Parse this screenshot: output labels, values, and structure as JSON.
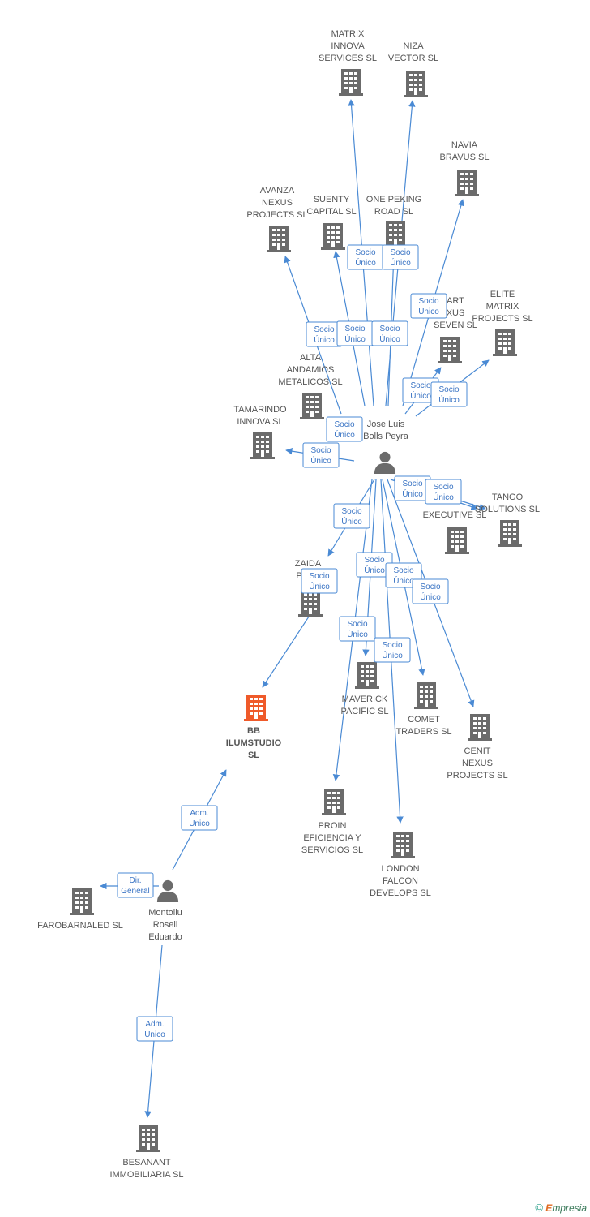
{
  "colors": {
    "company": "#6b6b6b",
    "focus": "#ef5a2a",
    "person": "#6b6b6b",
    "edge": "#4a8ad4"
  },
  "nodes": [
    {
      "id": "matrix_innova",
      "type": "company",
      "label": [
        "MATRIX",
        "INNOVA",
        "SERVICES SL"
      ]
    },
    {
      "id": "niza",
      "type": "company",
      "label": [
        "NIZA",
        "VECTOR SL"
      ]
    },
    {
      "id": "navia",
      "type": "company",
      "label": [
        "NAVIA",
        "BRAVUS SL"
      ]
    },
    {
      "id": "avanza",
      "type": "company",
      "label": [
        "AVANZA",
        "NEXUS",
        "PROJECTS SL"
      ]
    },
    {
      "id": "suenty",
      "type": "company",
      "label": [
        "SUENTY",
        "CAPITAL SL"
      ]
    },
    {
      "id": "onepeking",
      "type": "company",
      "label": [
        "ONE PEKING",
        "ROAD SL"
      ]
    },
    {
      "id": "smart",
      "type": "company",
      "label": [
        "ART",
        "XUS",
        "SEVEN SL"
      ]
    },
    {
      "id": "elite",
      "type": "company",
      "label": [
        "ELITE",
        "MATRIX",
        "PROJECTS SL"
      ]
    },
    {
      "id": "alta",
      "type": "company",
      "label": [
        "ALTA",
        "ANDAMIOS",
        "METALICOS SL"
      ]
    },
    {
      "id": "tamarindo",
      "type": "company",
      "label": [
        "TAMARINDO",
        "INNOVA SL"
      ]
    },
    {
      "id": "jose",
      "type": "person",
      "label": [
        "Jose Luis",
        "Bolls Peyra"
      ]
    },
    {
      "id": "executive",
      "type": "company",
      "label": [
        "EXECUTIVE SL"
      ]
    },
    {
      "id": "tango",
      "type": "company",
      "label": [
        "TANGO",
        "SOLUTIONS SL"
      ]
    },
    {
      "id": "zaida",
      "type": "company",
      "label": [
        "ZAIDA",
        "PROJ"
      ]
    },
    {
      "id": "maverick",
      "type": "company",
      "label": [
        "MAVERICK",
        "PACIFIC SL"
      ]
    },
    {
      "id": "comet",
      "type": "company",
      "label": [
        "COMET",
        "TRADERS SL"
      ]
    },
    {
      "id": "cenit",
      "type": "company",
      "label": [
        "CENIT",
        "NEXUS",
        "PROJECTS SL"
      ]
    },
    {
      "id": "bb",
      "type": "focus",
      "label": [
        "BB",
        "ILUMSTUDIO",
        "SL"
      ]
    },
    {
      "id": "proin",
      "type": "company",
      "label": [
        "PROIN",
        "EFICIENCIA Y",
        "SERVICIOS SL"
      ]
    },
    {
      "id": "london",
      "type": "company",
      "label": [
        "LONDON",
        "FALCON",
        "DEVELOPS SL"
      ]
    },
    {
      "id": "farobarnaled",
      "type": "company",
      "label": [
        "FAROBARNALED SL"
      ]
    },
    {
      "id": "montoliu",
      "type": "person",
      "label": [
        "Montoliu",
        "Rosell",
        "Eduardo"
      ]
    },
    {
      "id": "besanant",
      "type": "company",
      "label": [
        "BESANANT",
        "IMMOBILIARIA SL"
      ]
    }
  ],
  "relations": [
    {
      "from": "jose",
      "to": "matrix_innova",
      "label": [
        "Socio",
        "Único"
      ]
    },
    {
      "from": "jose",
      "to": "niza",
      "label": [
        "Socio",
        "Único"
      ]
    },
    {
      "from": "jose",
      "to": "navia",
      "label": [
        "Socio",
        "Único"
      ]
    },
    {
      "from": "jose",
      "to": "avanza",
      "label": [
        "Socio",
        "Único"
      ]
    },
    {
      "from": "jose",
      "to": "suenty",
      "label": [
        "Socio",
        "Único"
      ]
    },
    {
      "from": "jose",
      "to": "onepeking",
      "label": [
        "Socio",
        "Único"
      ]
    },
    {
      "from": "jose",
      "to": "smart",
      "label": [
        "Socio",
        "Único"
      ]
    },
    {
      "from": "jose",
      "to": "elite",
      "label": [
        "Socio",
        "Único"
      ]
    },
    {
      "from": "jose",
      "to": "alta",
      "label": [
        "Socio",
        "Único"
      ]
    },
    {
      "from": "jose",
      "to": "tamarindo",
      "label": [
        "Socio",
        "Único"
      ]
    },
    {
      "from": "jose",
      "to": "executive",
      "label": [
        "Socio",
        "Único"
      ]
    },
    {
      "from": "jose",
      "to": "tango",
      "label": [
        "Socio",
        "Único"
      ]
    },
    {
      "from": "jose",
      "to": "zaida",
      "label": [
        "Socio",
        "Único"
      ]
    },
    {
      "from": "jose",
      "to": "maverick",
      "label": [
        "Socio",
        "Único"
      ]
    },
    {
      "from": "jose",
      "to": "comet",
      "label": [
        "Socio",
        "Único"
      ]
    },
    {
      "from": "jose",
      "to": "cenit",
      "label": [
        "Socio",
        "Único"
      ]
    },
    {
      "from": "jose",
      "to": "proin",
      "label": [
        "Socio",
        "Único"
      ]
    },
    {
      "from": "jose",
      "to": "london",
      "label": [
        "Socio",
        "Único"
      ]
    },
    {
      "from": "zaida",
      "to": "bb",
      "label": [
        "Socio",
        "Único"
      ]
    },
    {
      "from": "montoliu",
      "to": "bb",
      "label": [
        "Adm.",
        "Unico"
      ]
    },
    {
      "from": "montoliu",
      "to": "farobarnaled",
      "label": [
        "Dir.",
        "General"
      ]
    },
    {
      "from": "montoliu",
      "to": "besanant",
      "label": [
        "Adm.",
        "Unico"
      ]
    }
  ],
  "footer": {
    "copyright": "©",
    "brand_initial": "E",
    "brand_rest": "mpresia"
  }
}
